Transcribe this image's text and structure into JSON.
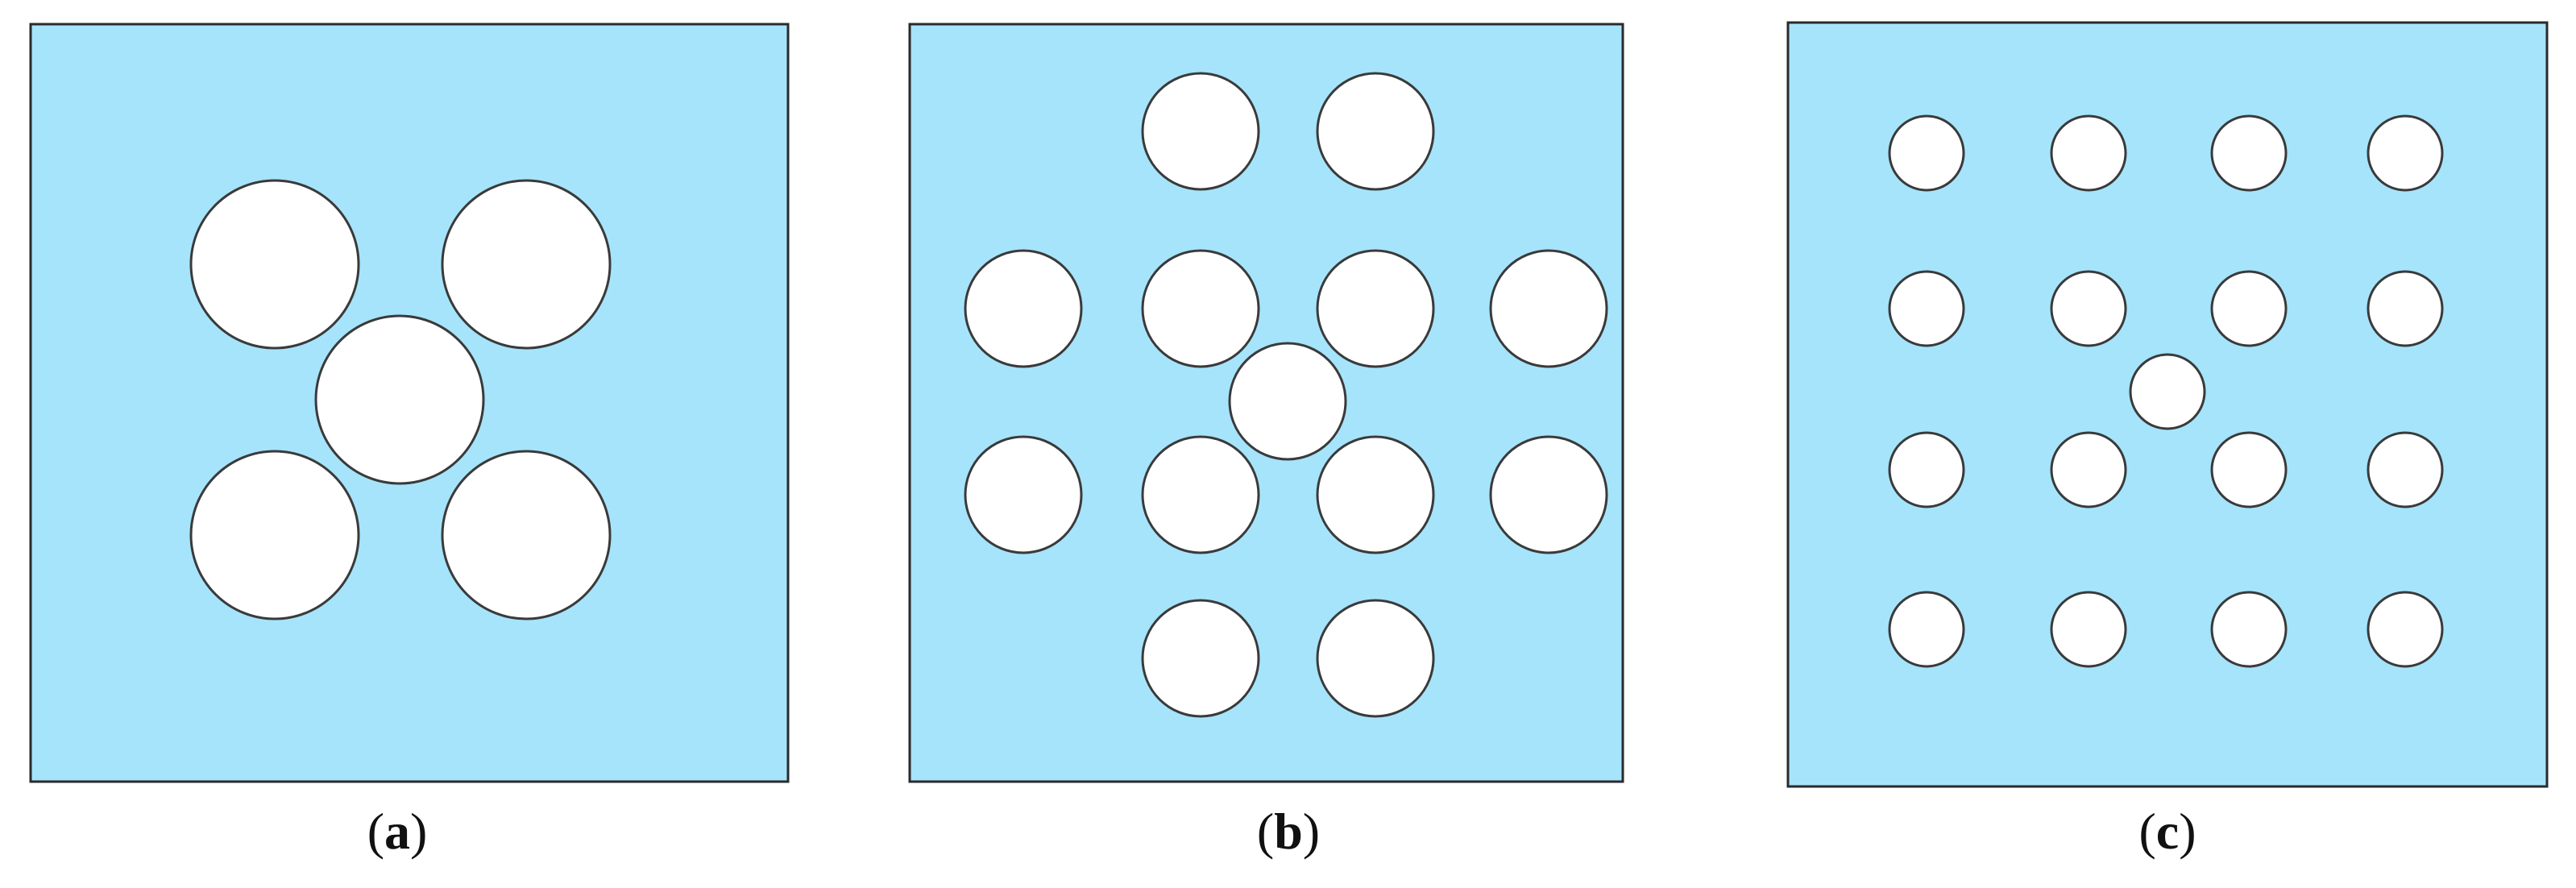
{
  "colors": {
    "panel_fill": "#A6E4FB",
    "panel_stroke": "#2a2a2a",
    "hole_fill": "#ffffff",
    "hole_stroke": "#3a3a3a"
  },
  "panels": [
    {
      "id": "a",
      "caption": {
        "open": "(",
        "label": "a",
        "close": ")"
      },
      "hole_count": 5
    },
    {
      "id": "b",
      "caption": {
        "open": "(",
        "label": "b",
        "close": ")"
      },
      "hole_count": 13
    },
    {
      "id": "c",
      "caption": {
        "open": "(",
        "label": "c",
        "close": ")"
      },
      "hole_count": 17
    }
  ]
}
